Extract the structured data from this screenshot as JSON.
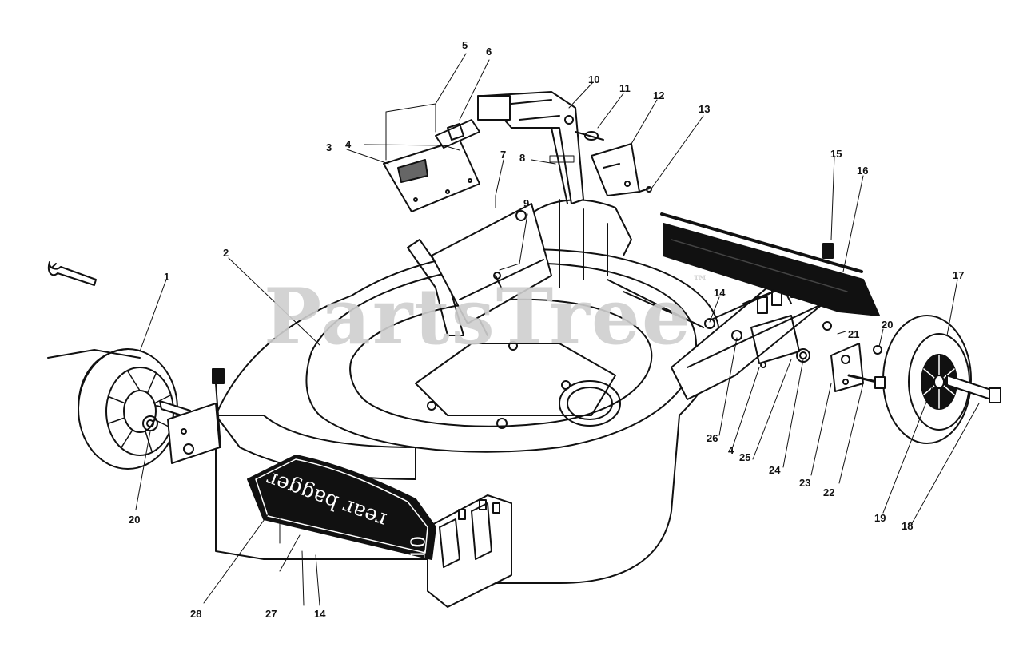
{
  "watermark": {
    "text": "PartsTree",
    "mark": "™"
  },
  "decal_text": "rear bagger",
  "decal_number": "10",
  "callouts": [
    {
      "id": "c1",
      "label": "1"
    },
    {
      "id": "c2",
      "label": "2"
    },
    {
      "id": "c3",
      "label": "3"
    },
    {
      "id": "c4a",
      "label": "4"
    },
    {
      "id": "c4b",
      "label": "4"
    },
    {
      "id": "c5",
      "label": "5"
    },
    {
      "id": "c6",
      "label": "6"
    },
    {
      "id": "c7",
      "label": "7"
    },
    {
      "id": "c8",
      "label": "8"
    },
    {
      "id": "c9",
      "label": "9"
    },
    {
      "id": "c10",
      "label": "10"
    },
    {
      "id": "c11",
      "label": "11"
    },
    {
      "id": "c12",
      "label": "12"
    },
    {
      "id": "c13",
      "label": "13"
    },
    {
      "id": "c14a",
      "label": "14"
    },
    {
      "id": "c14b",
      "label": "14"
    },
    {
      "id": "c15",
      "label": "15"
    },
    {
      "id": "c16",
      "label": "16"
    },
    {
      "id": "c17",
      "label": "17"
    },
    {
      "id": "c18",
      "label": "18"
    },
    {
      "id": "c19",
      "label": "19"
    },
    {
      "id": "c20a",
      "label": "20"
    },
    {
      "id": "c20b",
      "label": "20"
    },
    {
      "id": "c21",
      "label": "21"
    },
    {
      "id": "c22",
      "label": "22"
    },
    {
      "id": "c23",
      "label": "23"
    },
    {
      "id": "c24",
      "label": "24"
    },
    {
      "id": "c25",
      "label": "25"
    },
    {
      "id": "c26",
      "label": "26"
    },
    {
      "id": "c27",
      "label": "27"
    },
    {
      "id": "c28",
      "label": "28"
    }
  ]
}
